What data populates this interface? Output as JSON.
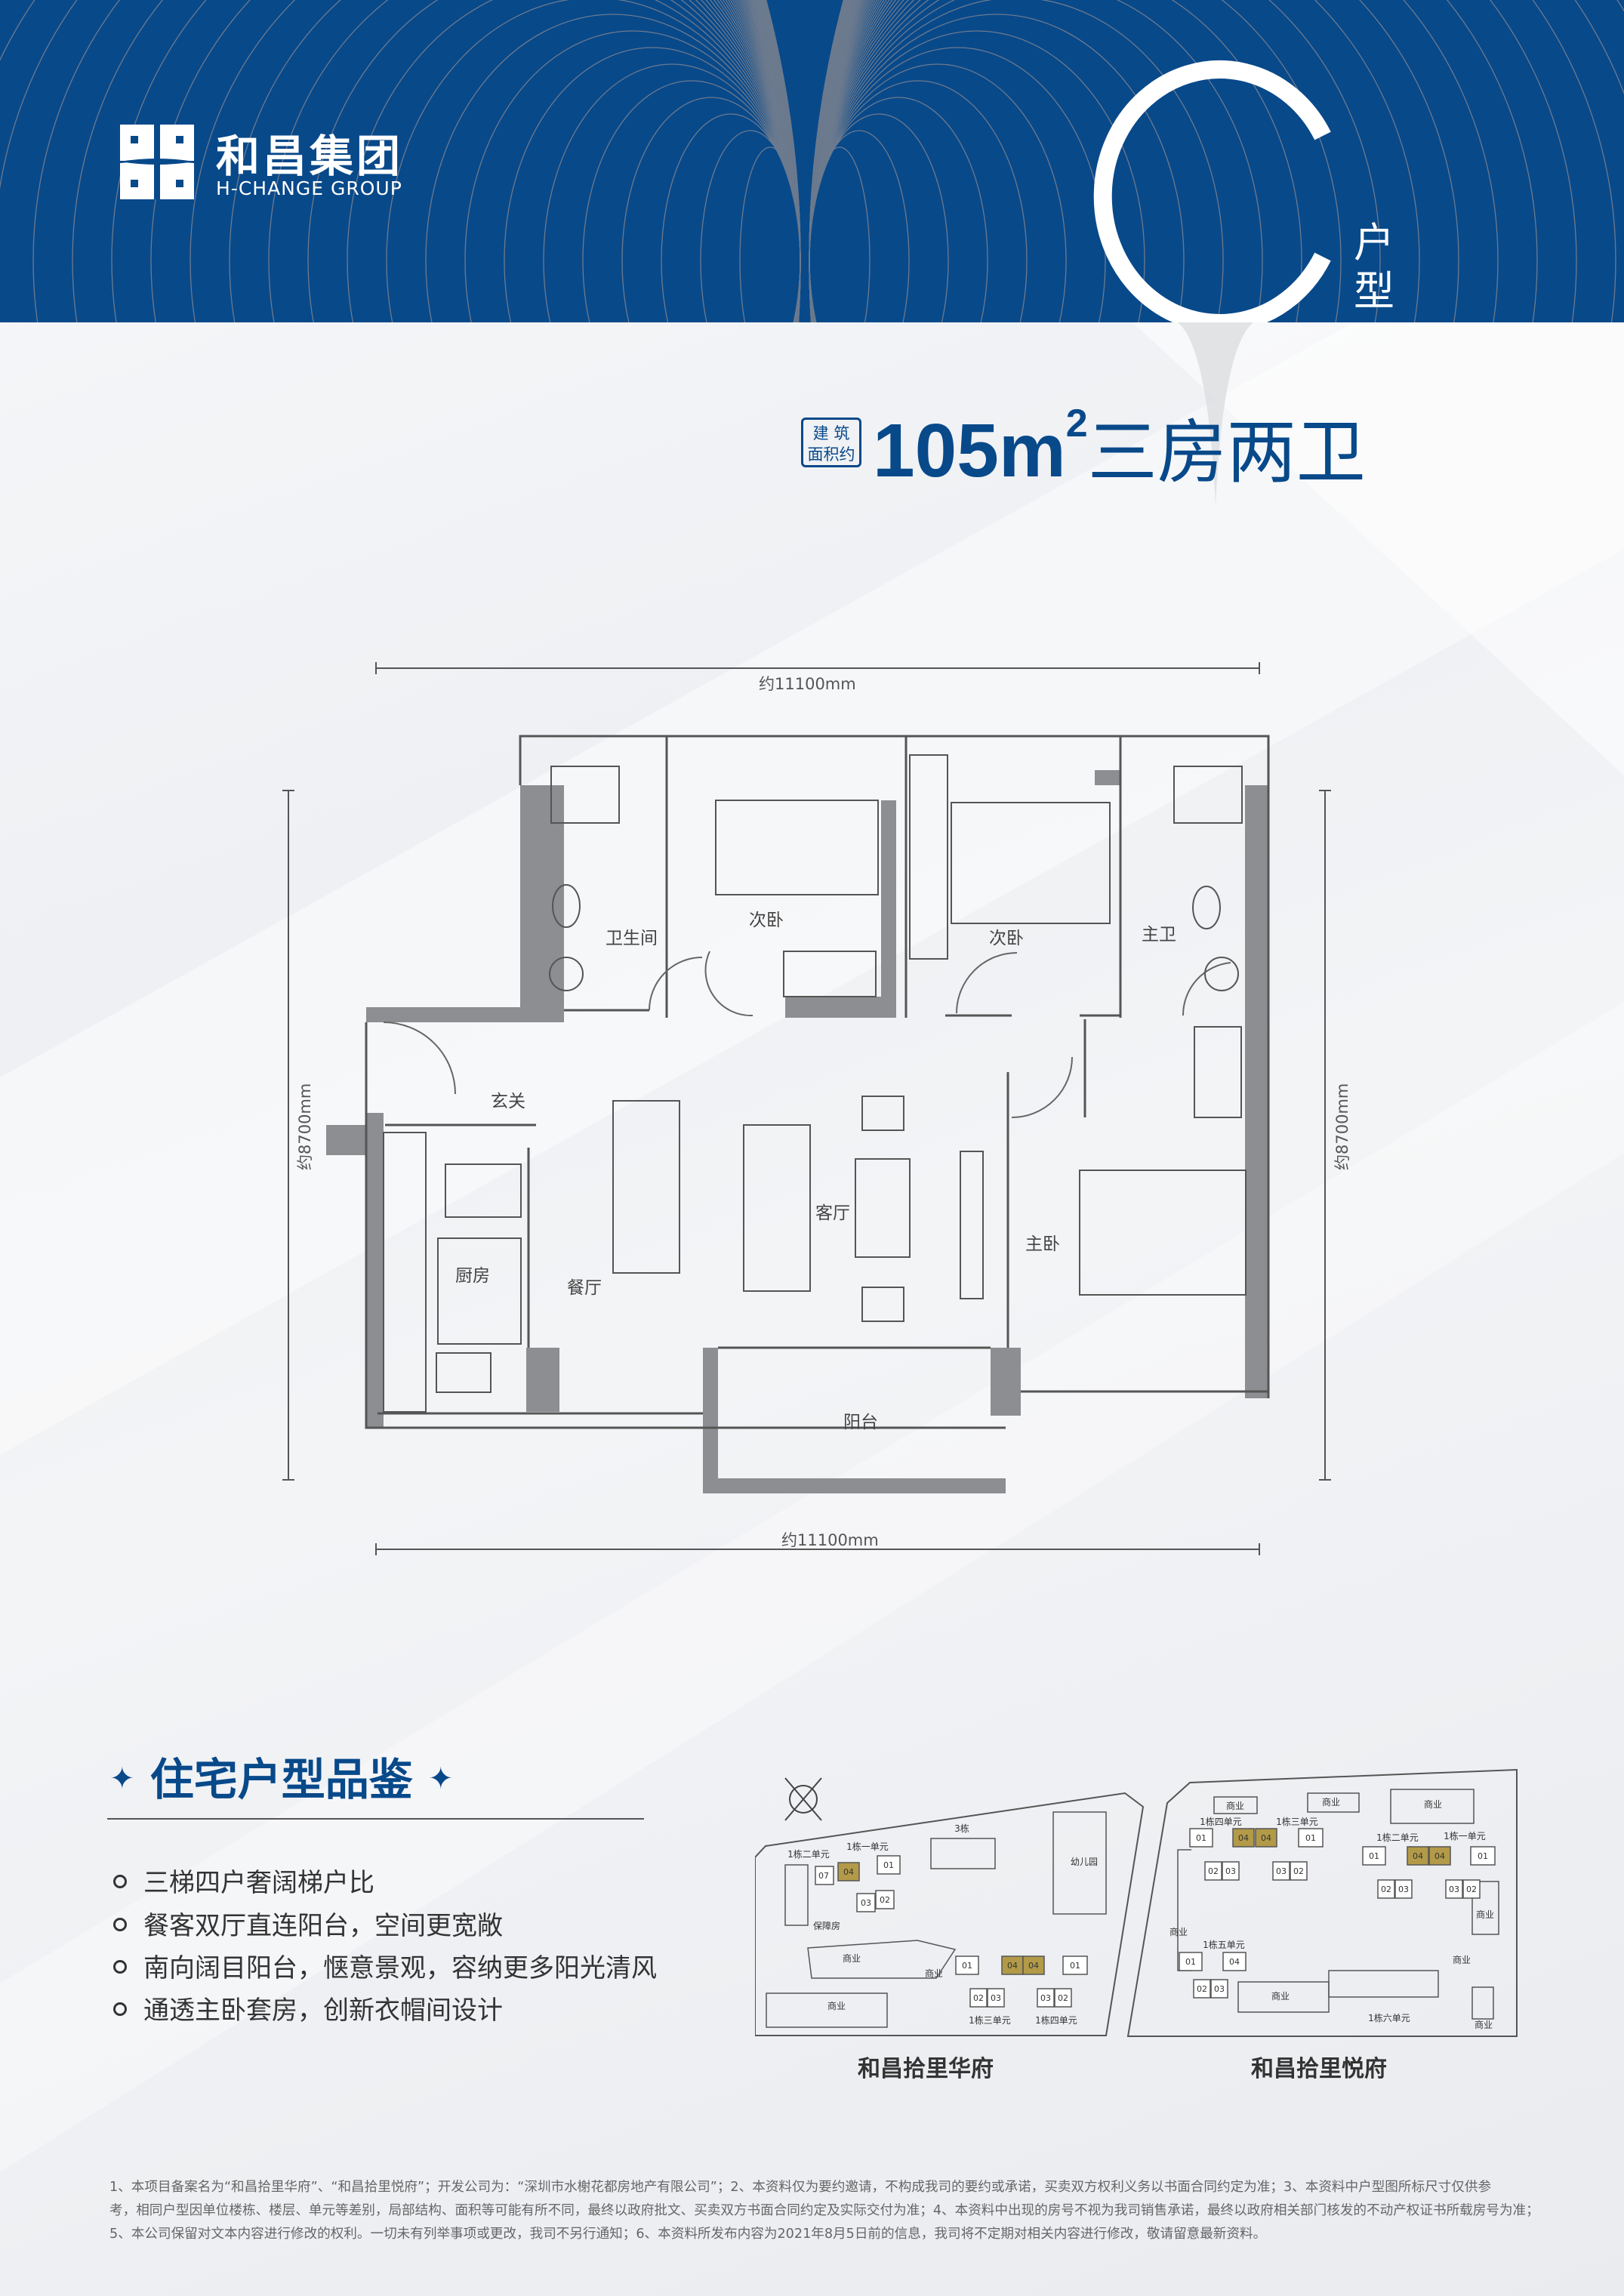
{
  "header": {
    "logo_cn": "和昌集团",
    "logo_en": "H-CHANGE GROUP",
    "type_letter": "C",
    "type_label_1": "户",
    "type_label_2": "型"
  },
  "title": {
    "badge_line1": "建 筑",
    "badge_line2": "面积约",
    "area": "105m",
    "area_sup": "2",
    "layout": "三房两卫"
  },
  "floor_plan": {
    "dim_top": "约11100mm",
    "dim_bottom": "约11100mm",
    "dim_left": "约8700mm",
    "dim_right": "约8700mm",
    "rooms": {
      "bedroom_2a": "次卧",
      "bathroom": "卫生间",
      "bedroom_2b": "次卧",
      "master_bath": "主卫",
      "entrance": "玄关",
      "living": "客厅",
      "kitchen": "厨房",
      "dining": "餐厅",
      "master_bedroom": "主卧",
      "balcony": "阳台"
    }
  },
  "features": {
    "title": "住宅户型品鉴",
    "star": "✦",
    "items": [
      "三梯四户奢阔梯户比",
      "餐客双厅直连阳台，空间更宽敞",
      "南向阔目阳台，惬意景观，容纳更多阳光清风",
      "通透主卧套房，创新衣帽间设计"
    ]
  },
  "site_plans": [
    {
      "name": "和昌拾里华府",
      "labels": [
        "1栋二单元",
        "1栋一单元",
        "3栋",
        "幼儿园",
        "保障房",
        "商业",
        "商业",
        "商业",
        "1栋三单元",
        "1栋四单元"
      ],
      "units": [
        "07",
        "04",
        "01",
        "03",
        "02",
        "01",
        "04",
        "04",
        "01",
        "02",
        "03",
        "03",
        "02"
      ]
    },
    {
      "name": "和昌拾里悦府",
      "labels": [
        "商业",
        "商业",
        "商业",
        "1栋四单元",
        "1栋三单元",
        "1栋二单元",
        "1栋一单元",
        "商业",
        "商业",
        "1栋五单元",
        "商业",
        "商业",
        "1栋六单元",
        "商业"
      ],
      "units": [
        "01",
        "04",
        "04",
        "01",
        "02",
        "03",
        "03",
        "02",
        "01",
        "04",
        "04",
        "01",
        "02",
        "03",
        "03",
        "02",
        "01",
        "04",
        "02",
        "03"
      ]
    }
  ],
  "footnote": [
    "1、本项目备案名为“和昌拾里华府”、“和昌拾里悦府”；开发公司为：“深圳市水榭花都房地产有限公司”；2、本资料仅为要约邀请，不构成我司的要约或承诺，买卖双方权利义务以书面合同约定为准；3、本资料中户型图所标尺寸仅供参",
    "考，相同户型因单位楼栋、楼层、单元等差别，局部结构、面积等可能有所不同，最终以政府批文、买卖双方书面合同约定及实际交付为准；4、本资料中出现的房号不视为我司销售承诺，最终以政府相关部门核发的不动产权证书所载房号为准；",
    "5、本公司保留对文本内容进行修改的权利。一切未有列举事项或更改，我司不另行通知；6、本资料所发布内容为2021年8月5日前的信息，我司将不定期对相关内容进行修改，敬请留意最新资料。"
  ],
  "colors": {
    "brand_blue": "#08498a",
    "highlight_gold": "#b29a48",
    "wall_gray": "#8c8e91"
  }
}
